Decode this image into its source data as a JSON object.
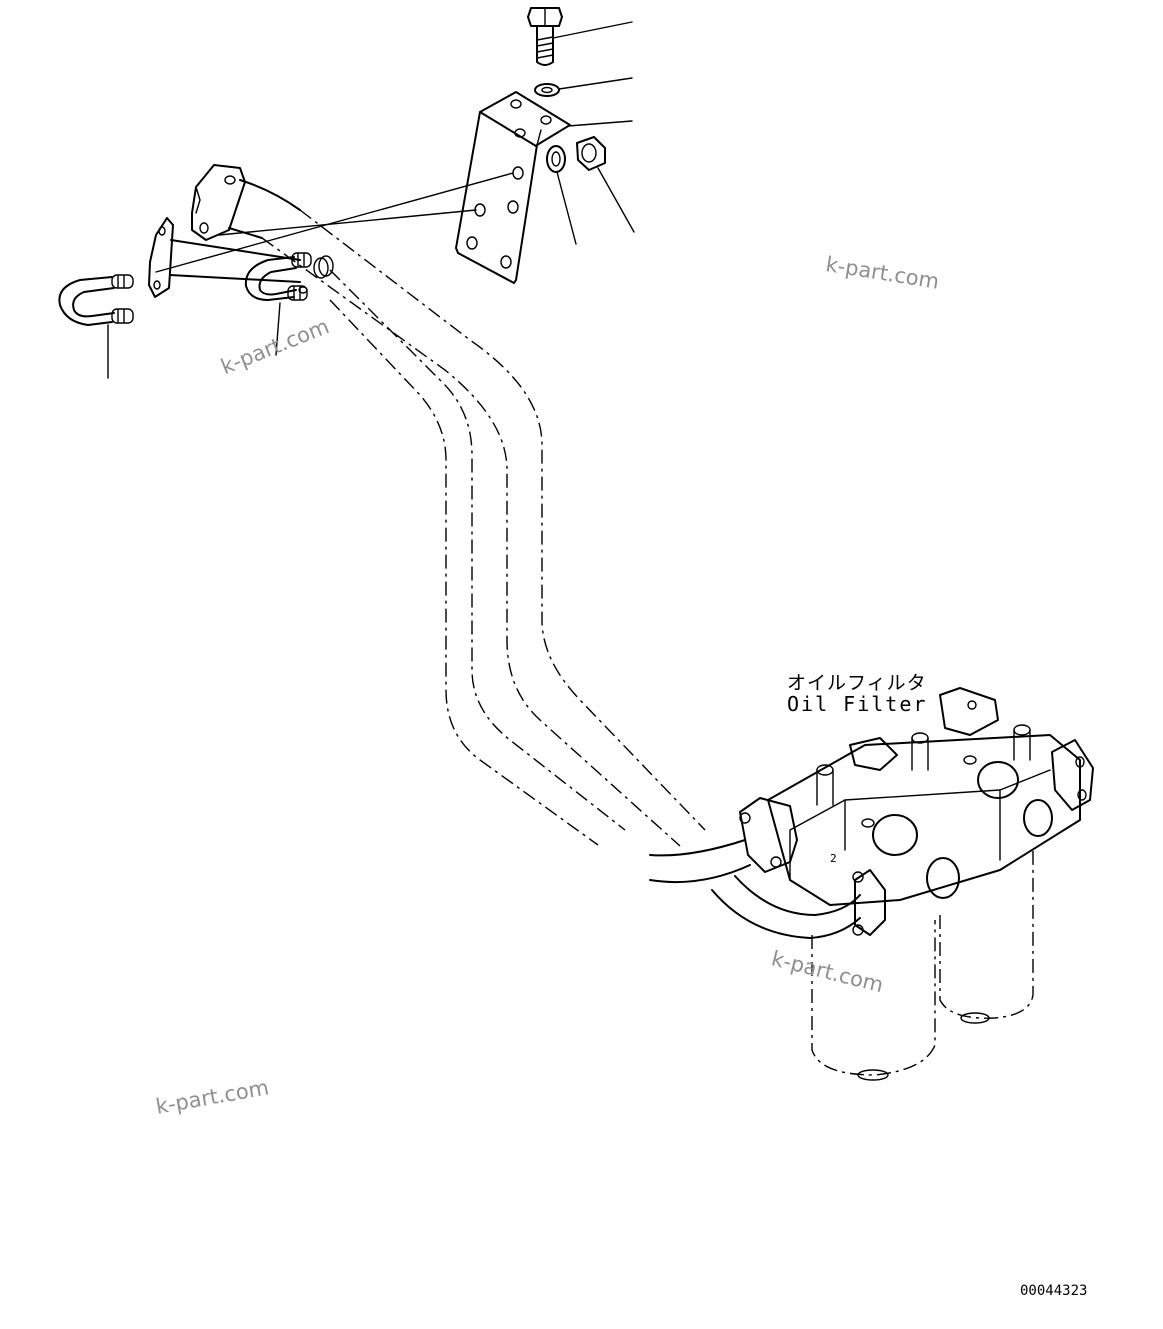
{
  "diagram": {
    "label_jp": "オイルフィルタ",
    "label_en": "Oil Filter",
    "drawing_number": "00044323",
    "watermarks": [
      "k-part.com",
      "k-part.com",
      "k-part.com",
      "k-part.com"
    ]
  }
}
